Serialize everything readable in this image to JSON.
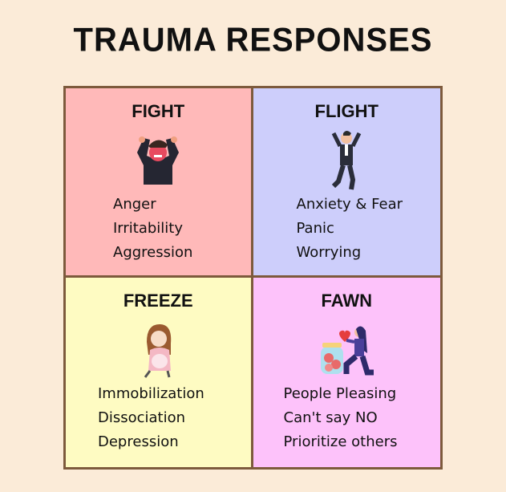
{
  "title": "TRAUMA RESPONSES",
  "quadrants": [
    {
      "heading": "FIGHT",
      "icon": "angry-man-icon",
      "items": [
        "Anger",
        "Irritability",
        "Aggression"
      ],
      "color": "#ffb9b9"
    },
    {
      "heading": "FLIGHT",
      "icon": "fleeing-man-icon",
      "items": [
        "Anxiety & Fear",
        "Panic",
        "Worrying"
      ],
      "color": "#cdcefb"
    },
    {
      "heading": "FREEZE",
      "icon": "crouching-girl-icon",
      "items": [
        "Immobilization",
        "Dissociation",
        "Depression"
      ],
      "color": "#fefbc2"
    },
    {
      "heading": "FAWN",
      "icon": "kneeling-woman-hearts-icon",
      "items": [
        "People Pleasing",
        "Can't say NO",
        "Prioritize others"
      ],
      "color": "#fdc2fa"
    }
  ]
}
